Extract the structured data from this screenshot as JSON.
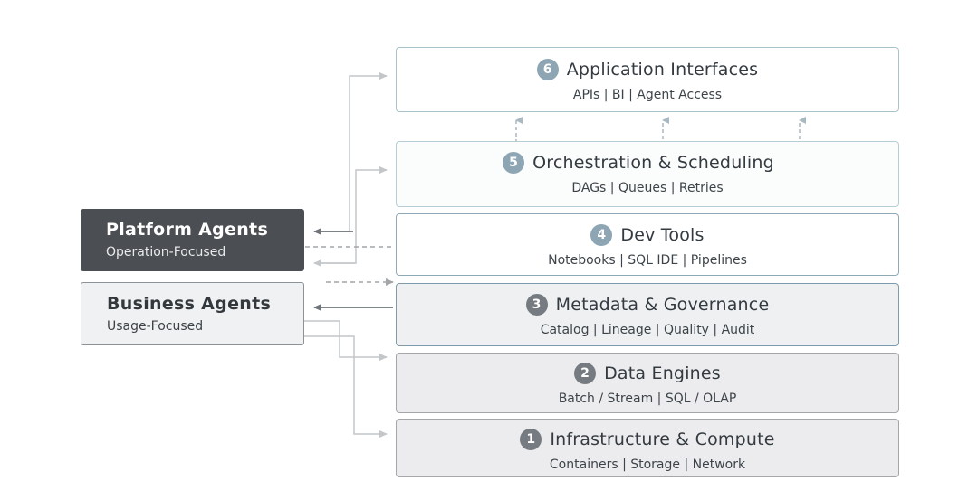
{
  "layers": [
    {
      "num": "6",
      "title": "Application Interfaces",
      "subtitle": "APIs | BI | Agent Access"
    },
    {
      "num": "5",
      "title": "Orchestration & Scheduling",
      "subtitle": "DAGs | Queues | Retries"
    },
    {
      "num": "4",
      "title": "Dev Tools",
      "subtitle": "Notebooks | SQL IDE | Pipelines"
    },
    {
      "num": "3",
      "title": "Metadata & Governance",
      "subtitle": "Catalog | Lineage | Quality | Audit"
    },
    {
      "num": "2",
      "title": "Data Engines",
      "subtitle": "Batch / Stream | SQL / OLAP"
    },
    {
      "num": "1",
      "title": "Infrastructure & Compute",
      "subtitle": "Containers | Storage | Network"
    }
  ],
  "agents": {
    "platform": {
      "title": "Platform Agents",
      "subtitle": "Operation-Focused"
    },
    "business": {
      "title": "Business Agents",
      "subtitle": "Usage-Focused"
    }
  },
  "colors": {
    "dark_agent": "#4b4e52",
    "light_agent": "#f0f1f2",
    "upper_badge": "#8ea6b4",
    "lower_badge": "#757b80"
  }
}
